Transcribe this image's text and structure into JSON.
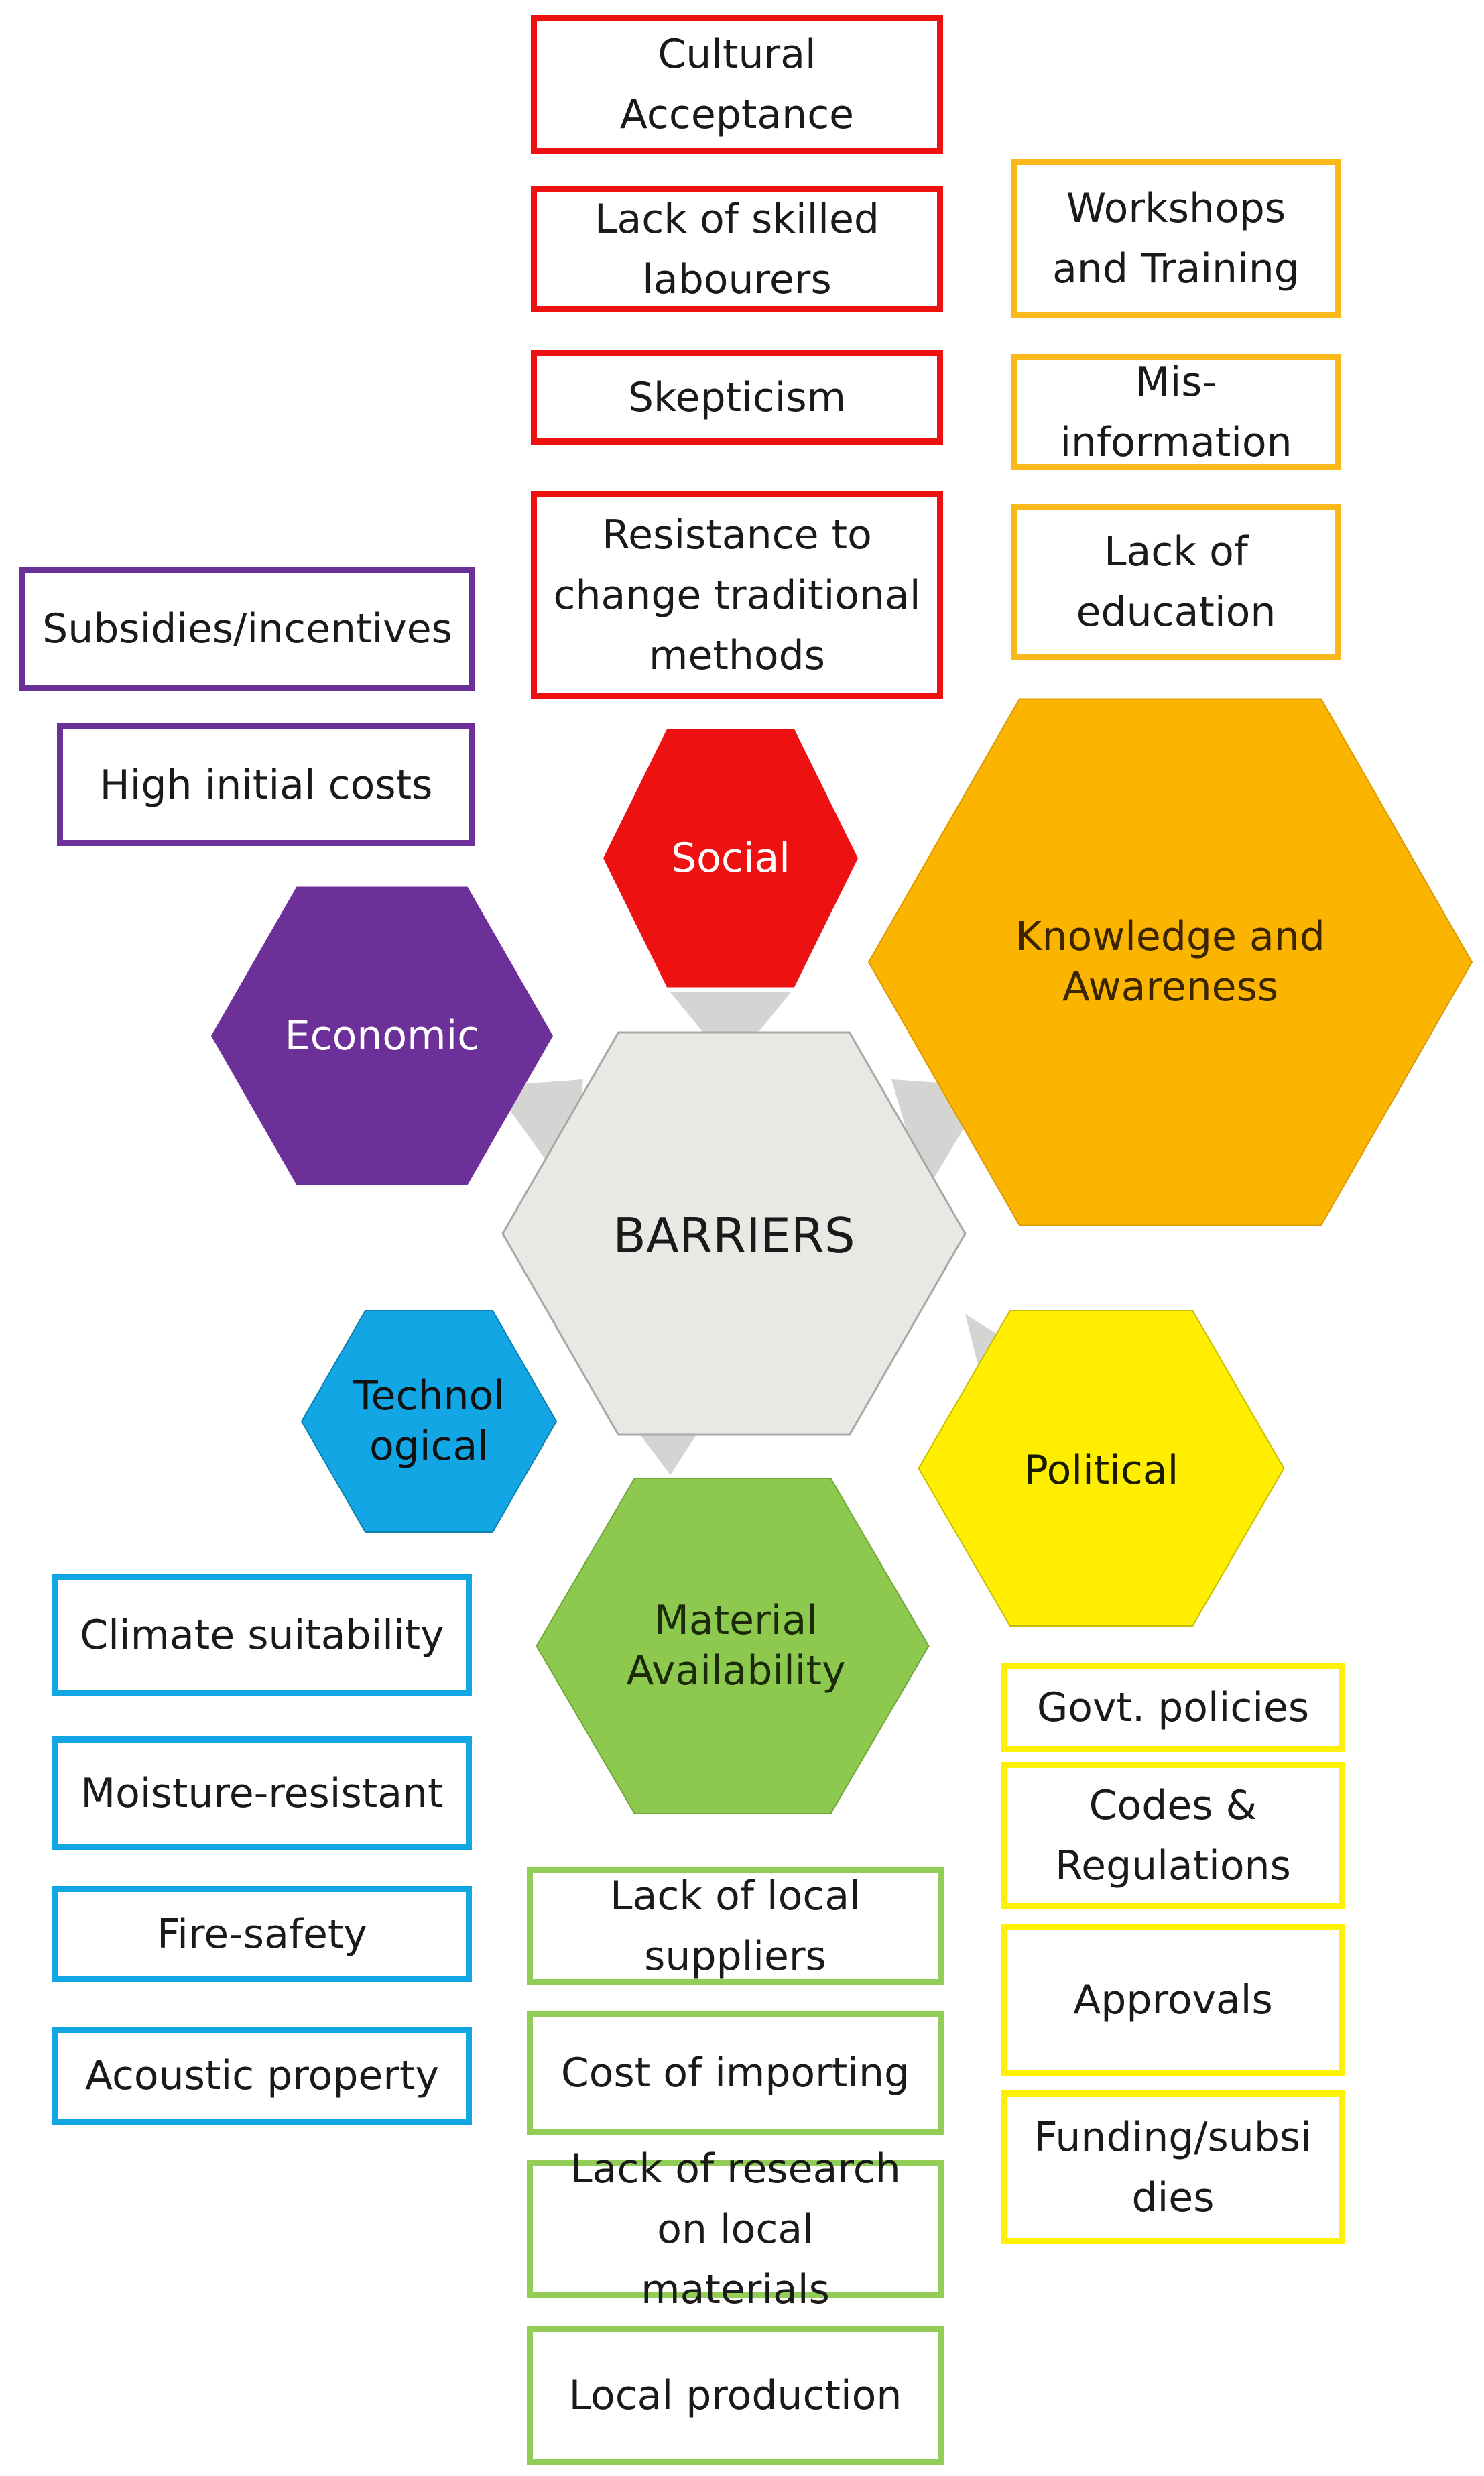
{
  "colors": {
    "social": "#ee1111",
    "knowledge": "#fbb400",
    "political": "#ffee00",
    "material": "#8ec94f",
    "technological": "#13a6e4",
    "economic": "#6d2f98",
    "center": "#e8e8e4",
    "connector": "#d4d4d2",
    "knowledge_border": "#f9b91a",
    "political_border": "#fdf006",
    "material_border": "#92ce57"
  },
  "center": {
    "label": "BARRIERS"
  },
  "categories": {
    "social": {
      "label": "Social",
      "items": [
        "Cultural Acceptance",
        "Lack of skilled labourers",
        "Skepticism",
        "Resistance to change traditional methods"
      ]
    },
    "knowledge": {
      "label": "Knowledge and Awareness",
      "items": [
        "Workshops and Training",
        "Mis-information",
        "Lack of education"
      ]
    },
    "economic": {
      "label": "Economic",
      "items": [
        "Subsidies/incentives",
        "High initial costs"
      ]
    },
    "technological": {
      "label": "Technol ogical",
      "items": [
        "Climate suitability",
        "Moisture-resistant",
        "Fire-safety",
        "Acoustic property"
      ]
    },
    "material": {
      "label": "Material Availability",
      "items": [
        "Lack of local suppliers",
        "Cost of importing",
        "Lack of research on local materials",
        "Local production"
      ]
    },
    "political": {
      "label": "Political",
      "items": [
        "Govt. policies",
        "Codes & Regulations",
        "Approvals",
        "Funding/subsi dies"
      ]
    }
  }
}
